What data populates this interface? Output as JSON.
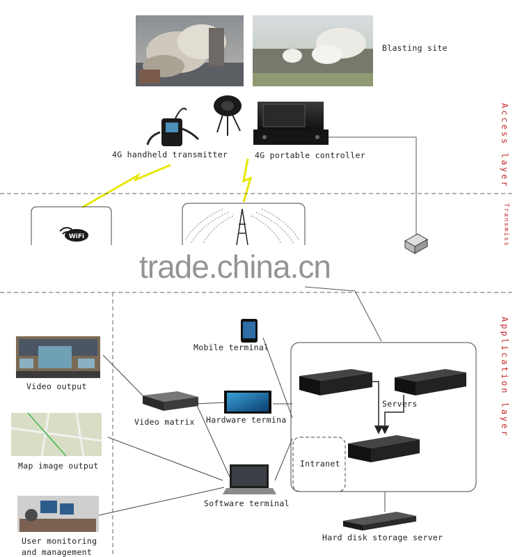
{
  "labels": {
    "blasting_site": "Blasting site",
    "handheld_transmitter": "4G handheld transmitter",
    "portable_controller": "4G portable controller",
    "mobile_terminal": "Mobile terminal",
    "video_output": "Video output",
    "video_matrix": "Video matrix",
    "hardware_terminal": "Hardware termina",
    "servers": "Servers",
    "intranet": "Intranet",
    "map_image_output": "Map image output",
    "software_terminal": "Software terminal",
    "user_monitoring_line1": "User monitoring",
    "user_monitoring_line2": "and management",
    "hard_disk_storage": "Hard disk storage server"
  },
  "layers": {
    "access": "Access layer",
    "transmission": "Transmiss",
    "application": "Application layer"
  },
  "icons": {
    "wifi": "WiFi"
  },
  "watermark": "trade.china.cn",
  "colors": {
    "layer_label": "#c62828",
    "lightning": "#e6e600",
    "device_dark": "#1e1e1e",
    "line": "#555555"
  }
}
